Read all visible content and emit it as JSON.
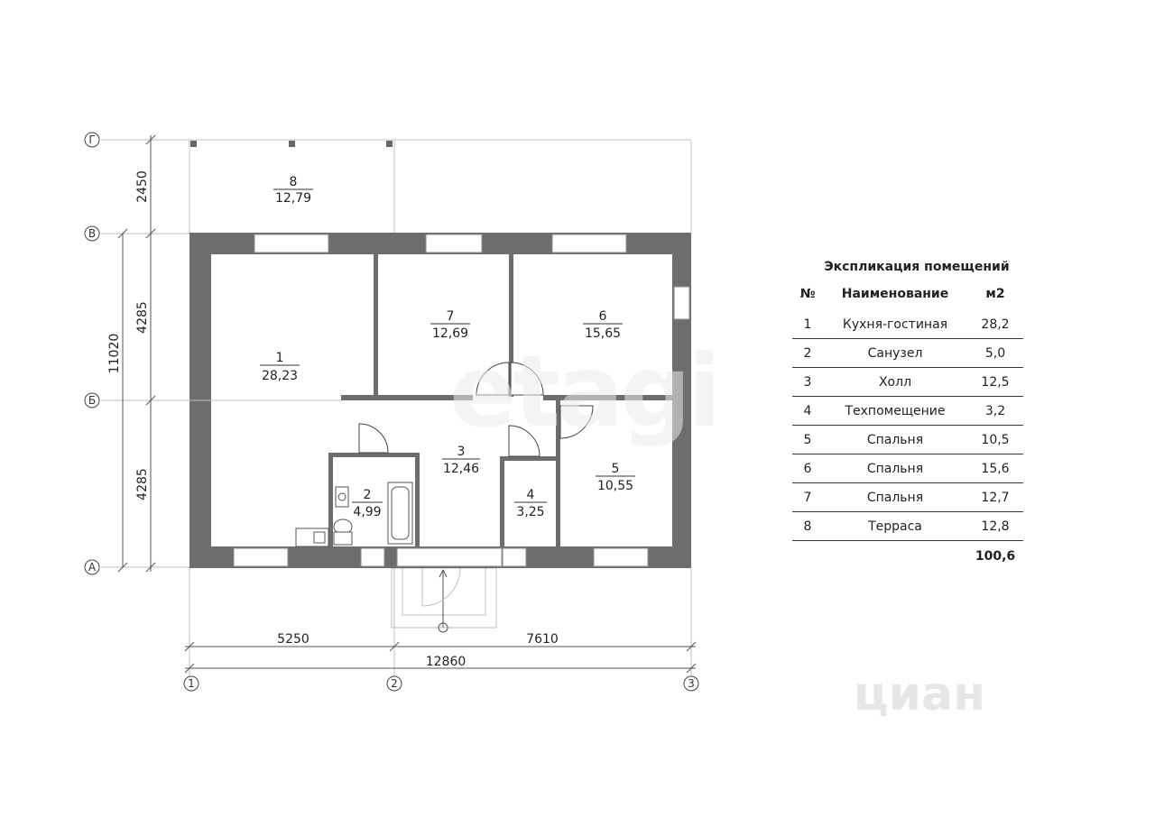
{
  "plan": {
    "axes_rows": [
      "Г",
      "В",
      "Б",
      "А"
    ],
    "axes_cols": [
      "1",
      "2",
      "3"
    ],
    "dims_vertical": {
      "terrace": "2450",
      "upper": "4285",
      "lower": "4285",
      "total": "11020"
    },
    "dims_horizontal": {
      "left": "5250",
      "right": "7610",
      "total": "12860"
    },
    "rooms": [
      {
        "num": "1",
        "area": "28,23"
      },
      {
        "num": "2",
        "area": "4,99"
      },
      {
        "num": "3",
        "area": "12,46"
      },
      {
        "num": "4",
        "area": "3,25"
      },
      {
        "num": "5",
        "area": "10,55"
      },
      {
        "num": "6",
        "area": "15,65"
      },
      {
        "num": "7",
        "area": "12,69"
      },
      {
        "num": "8",
        "area": "12,79"
      }
    ]
  },
  "explication": {
    "title": "Экспликация помещений",
    "headers": {
      "no": "№",
      "name": "Наименование",
      "area": "м2"
    },
    "rows": [
      {
        "no": "1",
        "name": "Кухня-гостиная",
        "area": "28,2"
      },
      {
        "no": "2",
        "name": "Санузел",
        "area": "5,0"
      },
      {
        "no": "3",
        "name": "Холл",
        "area": "12,5"
      },
      {
        "no": "4",
        "name": "Техпомещение",
        "area": "3,2"
      },
      {
        "no": "5",
        "name": "Спальня",
        "area": "10,5"
      },
      {
        "no": "6",
        "name": "Спальня",
        "area": "15,6"
      },
      {
        "no": "7",
        "name": "Спальня",
        "area": "12,7"
      },
      {
        "no": "8",
        "name": "Терраса",
        "area": "12,8"
      }
    ],
    "total": "100,6"
  },
  "watermarks": {
    "etagi": "etagi",
    "cian": "циан"
  },
  "colors": {
    "wall": "#6d6d6d",
    "background": "#ffffff"
  }
}
